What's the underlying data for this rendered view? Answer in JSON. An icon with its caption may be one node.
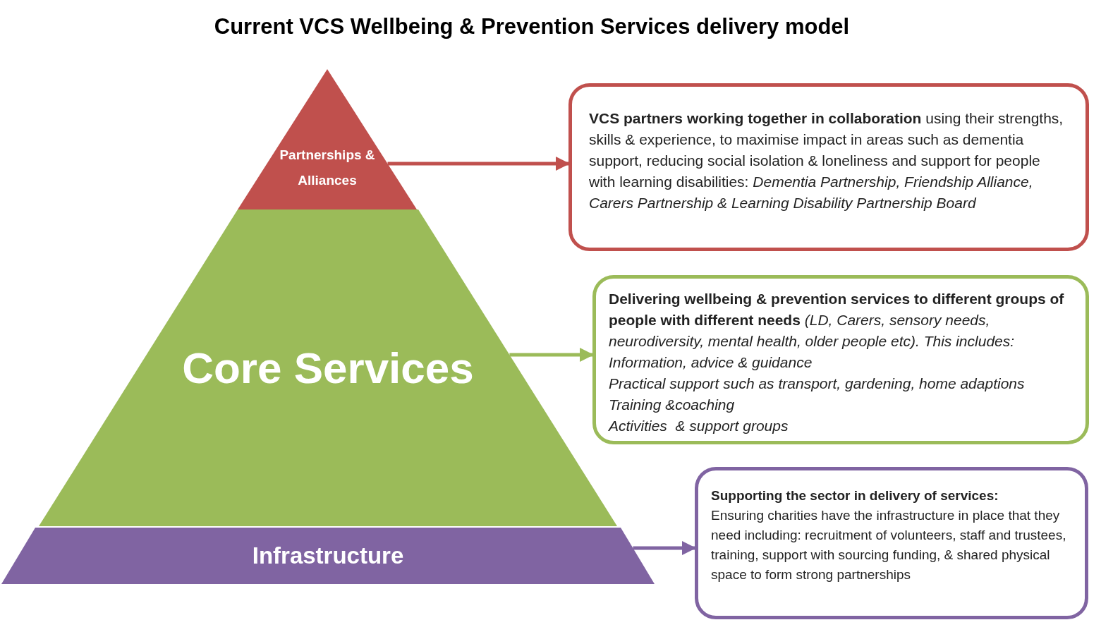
{
  "diagram": {
    "title": "Current VCS Wellbeing & Prevention Services delivery model",
    "nodes": [
      {
        "text": [
          "Partnerships & Alliances"
        ]
      },
      {
        "text": [
          "Core Services"
        ]
      },
      {
        "text": [
          "Infrastructure"
        ]
      },
      {
        "text": [
          "**VCS partners working together in collaboration** using their strengths, skills & experience, to maximise impact in areas such as dementia support, reducing social isolation & loneliness and support for people with learning disabilities: *Dementia Partnership, Friendship Alliance, Carers Partnership & Learning Disability Partnership Board*"
        ]
      },
      {
        "text": [
          "**Delivering wellbeing & prevention services to different groups of people with different needs** *(LD, Carers, sensory needs, neurodiversity, mental health, older people etc). This includes:*",
          "Information, advice & guidance",
          "Practical support such as transport, gardening, home adaptions",
          "Training &coaching",
          "Activities  & support groups"
        ]
      },
      {
        "text": [
          "Supporting the sector in delivery of services:",
          "Ensuring charities have the infrastructure in place that they need including: recruitment of volunteers, staff and trustees, training, support with sourcing funding, & shared physical space to form strong partnerships"
        ]
      }
    ],
    "edges": [
      {
        "from": 0,
        "to": 3,
        "arrow": "to",
        "color": "#c0504d"
      },
      {
        "from": 1,
        "to": 4,
        "arrow": "to",
        "color": "#9bbb59"
      },
      {
        "from": 2,
        "to": 5,
        "arrow": "to",
        "color": "#8064a2"
      }
    ]
  }
}
